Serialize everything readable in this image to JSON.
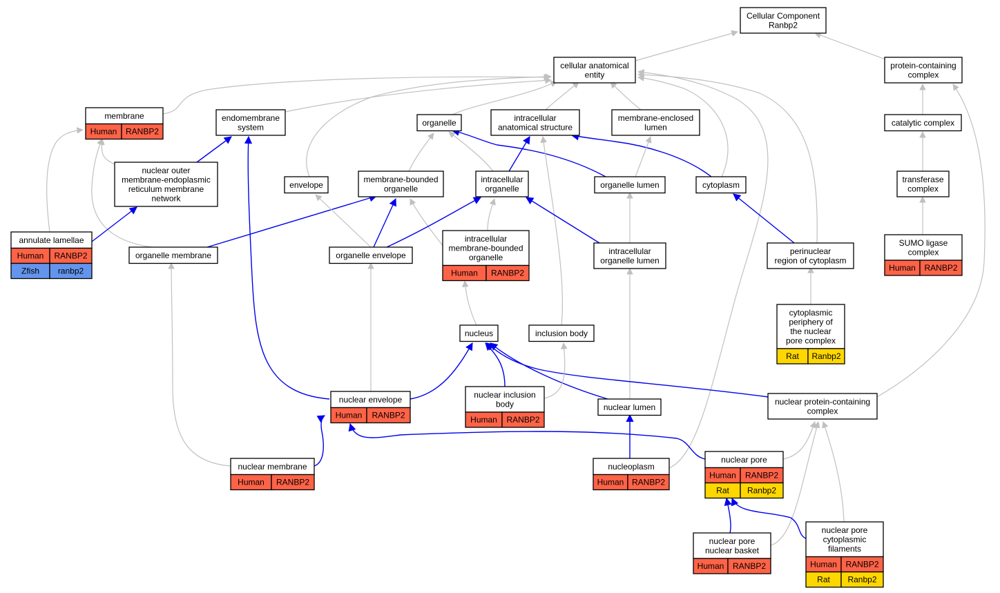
{
  "colors": {
    "Human": "#ff6347",
    "Zfish": "#6495ed",
    "Rat": "#ffd700",
    "edge_is_a": "#c0c0c0",
    "edge_part_of": "#0000ee"
  },
  "nodes": [
    {
      "id": "root",
      "lines": [
        "Cellular Component",
        "Ranbp2"
      ],
      "tags": []
    },
    {
      "id": "cae",
      "lines": [
        "cellular anatomical",
        "entity"
      ],
      "tags": []
    },
    {
      "id": "pcc",
      "lines": [
        "protein-containing",
        "complex"
      ],
      "tags": []
    },
    {
      "id": "membrane",
      "lines": [
        "membrane"
      ],
      "tags": [
        [
          "Human",
          "RANBP2"
        ]
      ]
    },
    {
      "id": "endomem",
      "lines": [
        "endomembrane",
        "system"
      ],
      "tags": []
    },
    {
      "id": "organelle",
      "lines": [
        "organelle"
      ],
      "tags": []
    },
    {
      "id": "ias",
      "lines": [
        "intracellular",
        "anatomical structure"
      ],
      "tags": []
    },
    {
      "id": "mel",
      "lines": [
        "membrane-enclosed",
        "lumen"
      ],
      "tags": []
    },
    {
      "id": "catcomp",
      "lines": [
        "catalytic complex"
      ],
      "tags": []
    },
    {
      "id": "nomern",
      "lines": [
        "nuclear outer",
        "membrane-endoplasmic",
        "reticulum membrane",
        "network"
      ],
      "tags": []
    },
    {
      "id": "envelope",
      "lines": [
        "envelope"
      ],
      "tags": []
    },
    {
      "id": "mbo",
      "lines": [
        "membrane-bounded",
        "organelle"
      ],
      "tags": []
    },
    {
      "id": "io",
      "lines": [
        "intracellular",
        "organelle"
      ],
      "tags": []
    },
    {
      "id": "olumen",
      "lines": [
        "organelle lumen"
      ],
      "tags": []
    },
    {
      "id": "cytoplasm",
      "lines": [
        "cytoplasm"
      ],
      "tags": []
    },
    {
      "id": "transf",
      "lines": [
        "transferase",
        "complex"
      ],
      "tags": []
    },
    {
      "id": "annulate",
      "lines": [
        "annulate lamellae"
      ],
      "tags": [
        [
          "Human",
          "RANBP2"
        ],
        [
          "Zfish",
          "ranbp2"
        ]
      ]
    },
    {
      "id": "omem",
      "lines": [
        "organelle membrane"
      ],
      "tags": []
    },
    {
      "id": "oenv",
      "lines": [
        "organelle envelope"
      ],
      "tags": []
    },
    {
      "id": "imbo",
      "lines": [
        "intracellular",
        "membrane-bounded",
        "organelle"
      ],
      "tags": [
        [
          "Human",
          "RANBP2"
        ]
      ]
    },
    {
      "id": "iol",
      "lines": [
        "intracellular",
        "organelle lumen"
      ],
      "tags": []
    },
    {
      "id": "perinuc",
      "lines": [
        "perinuclear",
        "region of cytoplasm"
      ],
      "tags": []
    },
    {
      "id": "sumo",
      "lines": [
        "SUMO ligase",
        "complex"
      ],
      "tags": [
        [
          "Human",
          "RANBP2"
        ]
      ]
    },
    {
      "id": "cpnpc",
      "lines": [
        "cytoplasmic",
        "periphery of",
        "the nuclear",
        "pore complex"
      ],
      "tags": [
        [
          "Rat",
          "Ranbp2"
        ]
      ]
    },
    {
      "id": "nucleus",
      "lines": [
        "nucleus"
      ],
      "tags": []
    },
    {
      "id": "incl",
      "lines": [
        "inclusion body"
      ],
      "tags": []
    },
    {
      "id": "nenv",
      "lines": [
        "nuclear envelope"
      ],
      "tags": [
        [
          "Human",
          "RANBP2"
        ]
      ]
    },
    {
      "id": "nincl",
      "lines": [
        "nuclear inclusion",
        "body"
      ],
      "tags": [
        [
          "Human",
          "RANBP2"
        ]
      ]
    },
    {
      "id": "nlumen",
      "lines": [
        "nuclear lumen"
      ],
      "tags": []
    },
    {
      "id": "npcc",
      "lines": [
        "nuclear protein-containing",
        "complex"
      ],
      "tags": []
    },
    {
      "id": "nmem",
      "lines": [
        "nuclear membrane"
      ],
      "tags": [
        [
          "Human",
          "RANBP2"
        ]
      ]
    },
    {
      "id": "nplasm",
      "lines": [
        "nucleoplasm"
      ],
      "tags": [
        [
          "Human",
          "RANBP2"
        ]
      ]
    },
    {
      "id": "npore",
      "lines": [
        "nuclear pore"
      ],
      "tags": [
        [
          "Human",
          "RANBP2"
        ],
        [
          "Rat",
          "Ranbp2"
        ]
      ]
    },
    {
      "id": "npbasket",
      "lines": [
        "nuclear pore",
        "nuclear basket"
      ],
      "tags": [
        [
          "Human",
          "RANBP2"
        ]
      ]
    },
    {
      "id": "npcf",
      "lines": [
        "nuclear pore",
        "cytoplasmic",
        "filaments"
      ],
      "tags": [
        [
          "Human",
          "RANBP2"
        ],
        [
          "Rat",
          "Ranbp2"
        ]
      ]
    }
  ],
  "edges": [
    {
      "from": "cae",
      "to": "root",
      "type": "is_a"
    },
    {
      "from": "pcc",
      "to": "root",
      "type": "is_a"
    },
    {
      "from": "membrane",
      "to": "cae",
      "type": "is_a"
    },
    {
      "from": "endomem",
      "to": "cae",
      "type": "is_a"
    },
    {
      "from": "organelle",
      "to": "cae",
      "type": "is_a"
    },
    {
      "from": "ias",
      "to": "cae",
      "type": "is_a"
    },
    {
      "from": "mel",
      "to": "cae",
      "type": "is_a"
    },
    {
      "from": "envelope",
      "to": "cae",
      "type": "is_a"
    },
    {
      "from": "cytoplasm",
      "to": "cae",
      "type": "is_a"
    },
    {
      "from": "perinuc",
      "to": "cae",
      "type": "is_a"
    },
    {
      "from": "nplasm",
      "to": "cae",
      "type": "is_a"
    },
    {
      "from": "catcomp",
      "to": "pcc",
      "type": "is_a"
    },
    {
      "from": "transf",
      "to": "catcomp",
      "type": "is_a"
    },
    {
      "from": "sumo",
      "to": "transf",
      "type": "is_a"
    },
    {
      "from": "npcc",
      "to": "pcc",
      "type": "is_a"
    },
    {
      "from": "nomern",
      "to": "membrane",
      "type": "is_a"
    },
    {
      "from": "annulate",
      "to": "membrane",
      "type": "is_a"
    },
    {
      "from": "omem",
      "to": "membrane",
      "type": "is_a"
    },
    {
      "from": "nomern",
      "to": "endomem",
      "type": "part_of"
    },
    {
      "from": "nenv",
      "to": "endomem",
      "type": "part_of"
    },
    {
      "from": "annulate",
      "to": "nomern",
      "type": "part_of"
    },
    {
      "from": "mbo",
      "to": "organelle",
      "type": "is_a"
    },
    {
      "from": "io",
      "to": "organelle",
      "type": "is_a"
    },
    {
      "from": "olumen",
      "to": "organelle",
      "type": "part_of"
    },
    {
      "from": "io",
      "to": "ias",
      "type": "part_of"
    },
    {
      "from": "cytoplasm",
      "to": "ias",
      "type": "part_of"
    },
    {
      "from": "incl",
      "to": "ias",
      "type": "is_a"
    },
    {
      "from": "olumen",
      "to": "mel",
      "type": "is_a"
    },
    {
      "from": "omem",
      "to": "mbo",
      "type": "part_of"
    },
    {
      "from": "oenv",
      "to": "mbo",
      "type": "part_of"
    },
    {
      "from": "imbo",
      "to": "mbo",
      "type": "is_a"
    },
    {
      "from": "oenv",
      "to": "io",
      "type": "part_of"
    },
    {
      "from": "imbo",
      "to": "io",
      "type": "is_a"
    },
    {
      "from": "iol",
      "to": "io",
      "type": "part_of"
    },
    {
      "from": "oenv",
      "to": "envelope",
      "type": "is_a"
    },
    {
      "from": "iol",
      "to": "olumen",
      "type": "is_a"
    },
    {
      "from": "perinuc",
      "to": "cytoplasm",
      "type": "part_of"
    },
    {
      "from": "cpnpc",
      "to": "perinuc",
      "type": "is_a"
    },
    {
      "from": "nucleus",
      "to": "imbo",
      "type": "is_a"
    },
    {
      "from": "nlumen",
      "to": "iol",
      "type": "is_a"
    },
    {
      "from": "nenv",
      "to": "nucleus",
      "type": "part_of"
    },
    {
      "from": "nincl",
      "to": "nucleus",
      "type": "part_of"
    },
    {
      "from": "nlumen",
      "to": "nucleus",
      "type": "part_of"
    },
    {
      "from": "npcc",
      "to": "nucleus",
      "type": "part_of"
    },
    {
      "from": "nincl",
      "to": "incl",
      "type": "is_a"
    },
    {
      "from": "nenv",
      "to": "oenv",
      "type": "is_a"
    },
    {
      "from": "nmem",
      "to": "omem",
      "type": "is_a"
    },
    {
      "from": "nmem",
      "to": "nenv",
      "type": "part_of"
    },
    {
      "from": "npore",
      "to": "nenv",
      "type": "part_of"
    },
    {
      "from": "nplasm",
      "to": "nlumen",
      "type": "part_of"
    },
    {
      "from": "npore",
      "to": "npcc",
      "type": "is_a"
    },
    {
      "from": "npbasket",
      "to": "npcc",
      "type": "is_a"
    },
    {
      "from": "npcf",
      "to": "npcc",
      "type": "is_a"
    },
    {
      "from": "npbasket",
      "to": "npore",
      "type": "part_of"
    },
    {
      "from": "npcf",
      "to": "npore",
      "type": "part_of"
    }
  ]
}
